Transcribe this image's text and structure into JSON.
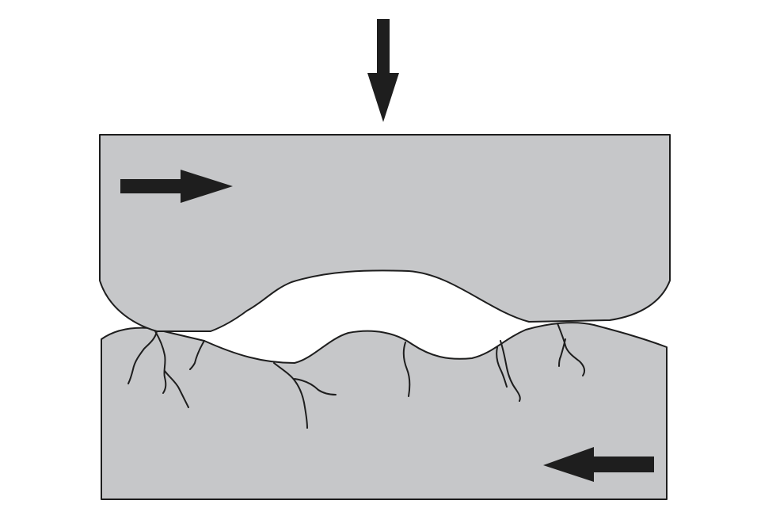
{
  "colors": {
    "block_fill": "#c6c7c9",
    "outline": "#1e1e1e",
    "arrow": "#1e1e1e",
    "gap": "#ffffff"
  },
  "elements": {
    "normal_load_arrow": "down",
    "upper_block_motion": "right",
    "lower_block_motion": "left",
    "interface_cracks": 7
  }
}
